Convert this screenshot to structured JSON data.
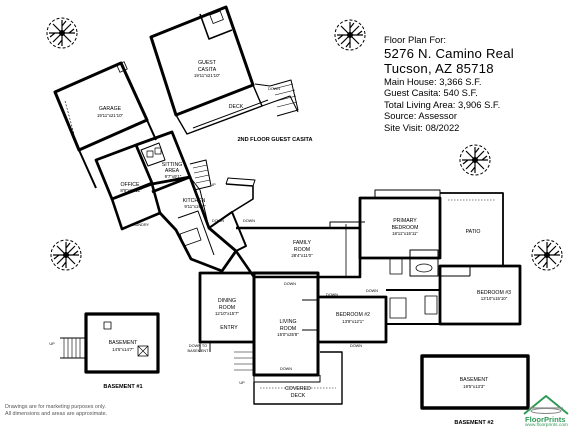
{
  "info": {
    "heading": "Floor Plan For:",
    "street": "5276 N. Camino Real",
    "city": "Tucson, AZ  85718",
    "stats": [
      "Main House: 3,366 S.F.",
      "Guest Casita: 540 S.F.",
      "Total Living Area: 3,906 S.F.",
      "Source:  Assessor",
      "Site Visit:  08/2022"
    ]
  },
  "rooms": {
    "guest_casita": {
      "name1": "GUEST",
      "name2": "CASITA",
      "dims": "19'11\"x21'10\""
    },
    "garage": {
      "name": "GARAGE",
      "dims": "19'11\"x21'10\""
    },
    "office": {
      "name": "OFFICE",
      "dims": "8'9\"x13'11\""
    },
    "sitting": {
      "name1": "SITTING",
      "name2": "AREA",
      "dims": "9'7\"x9'1\""
    },
    "kitchen": {
      "name": "KITCHEN",
      "dims": "9'11\"x19'7\""
    },
    "laundry": {
      "name": "LAUNDRY"
    },
    "family": {
      "name1": "FAMILY",
      "name2": "ROOM",
      "dims": "28'4\"x11'0\""
    },
    "primary": {
      "name1": "PRIMARY",
      "name2": "BEDROOM",
      "dims": "18'11\"x15'11\""
    },
    "patio": {
      "name": "PATIO"
    },
    "bedroom3": {
      "name": "BEDROOM #3",
      "dims": "13'10\"x15'10\""
    },
    "bedroom2": {
      "name": "BEDROOM #2",
      "dims": "13'9\"x12'1\""
    },
    "dining": {
      "name1": "DINING",
      "name2": "ROOM",
      "dims": "12'10\"x15'7\""
    },
    "living": {
      "name1": "LIVING",
      "name2": "ROOM",
      "dims": "15'0\"x25'8\""
    },
    "entry": {
      "name": "ENTRY"
    },
    "covered_deck": {
      "name1": "COVERED",
      "name2": "DECK"
    },
    "deck": {
      "name": "DECK"
    },
    "basement1": {
      "name": "BASEMENT",
      "dims": "14'5\"x14'7\""
    },
    "basement2": {
      "name": "BASEMENT",
      "dims": "19'5\"x13'3\""
    }
  },
  "labels": {
    "second_floor": "2ND FLOOR GUEST CASITA",
    "basement1_caption": "BASEMENT #1",
    "basement2_caption": "BASEMENT #2",
    "down": "DOWN",
    "up": "UP",
    "down_to_basement1": "DOWN TO",
    "down_to_basement2": "BASEMENT"
  },
  "footer": {
    "disclaimer1": "Drawings are for marketing purposes only.",
    "disclaimer2": "All dimensions and areas are approximate."
  },
  "brand": {
    "name": "FloorPrints",
    "url": "www.floorprints.com"
  },
  "colors": {
    "line": "#000000",
    "brand": "#2f9a56"
  }
}
